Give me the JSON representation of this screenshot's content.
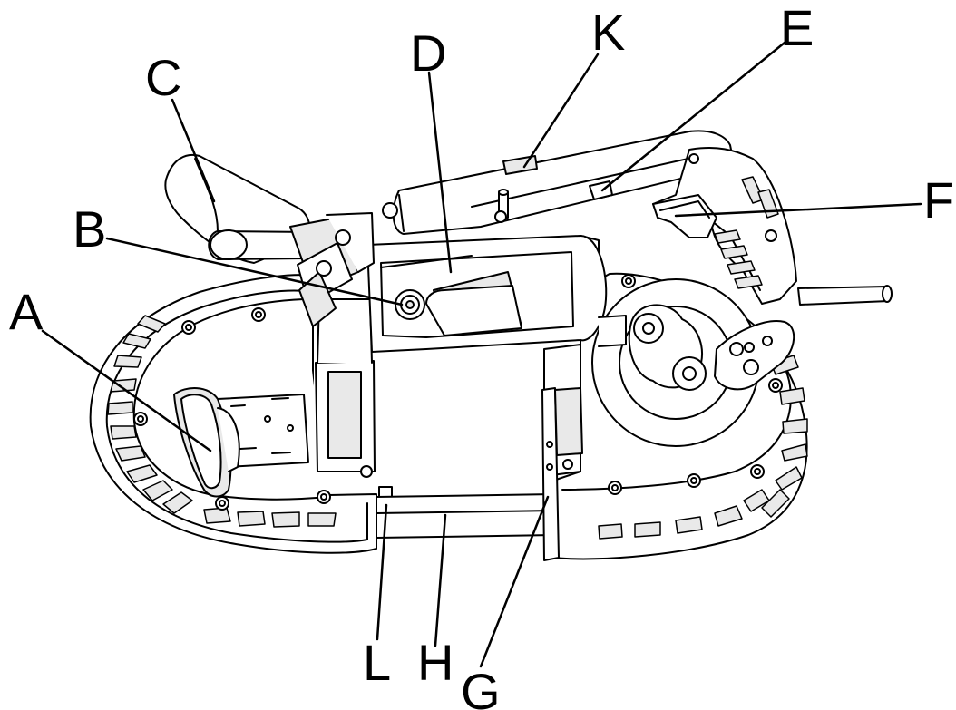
{
  "colors": {
    "line": "#000000",
    "fill": "#ffffff",
    "shade": "#e9e9e9"
  },
  "labels": {
    "A": "A",
    "B": "B",
    "C": "C",
    "D": "D",
    "E": "E",
    "F": "F",
    "G": "G",
    "H": "H",
    "K": "K",
    "L": "L"
  }
}
